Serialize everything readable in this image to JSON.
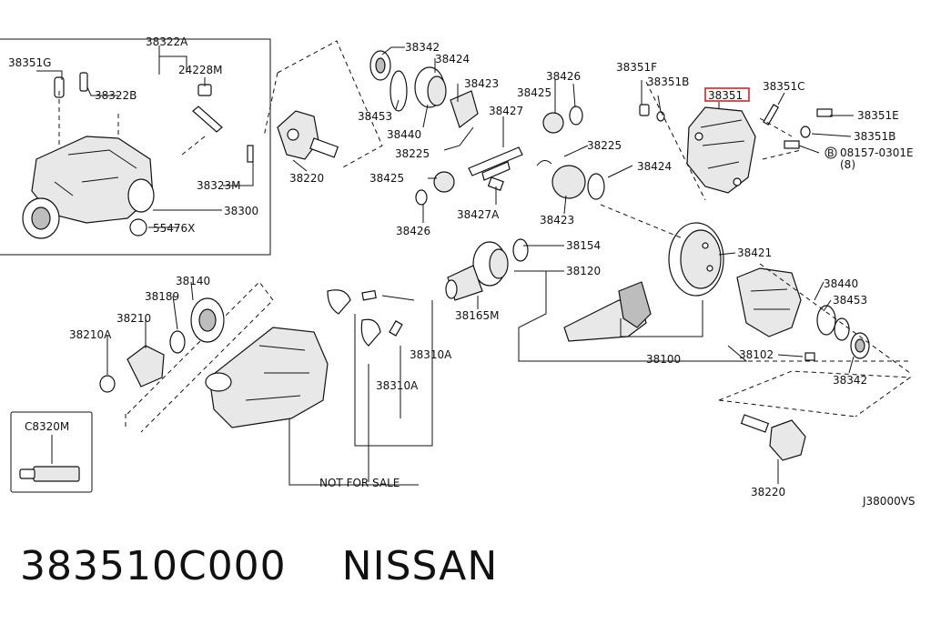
{
  "labels": {
    "l38351G": "38351G",
    "l38322A": "38322A",
    "l24228M": "24228M",
    "l38322B": "38322B",
    "l38323M": "38323M",
    "l38300": "38300",
    "l55476X": "55476X",
    "l38342a": "38342",
    "l38424a": "38424",
    "l38423a": "38423",
    "l38453a": "38453",
    "l38440a": "38440",
    "l38225a": "38225",
    "l38220a": "38220",
    "l38427": "38427",
    "l38426a": "38426",
    "l38425a": "38425",
    "l38225b": "38225",
    "l38424b": "38424",
    "l38425b": "38425",
    "l38426b": "38426",
    "l38427A": "38427A",
    "l38423b": "38423",
    "l38351F": "38351F",
    "l38351Ba": "38351B",
    "l38351": "38351",
    "l38351C": "38351C",
    "l38351E": "38351E",
    "l38351Bb": "38351B",
    "l08157": "08157-0301E",
    "l08157c": "(8)",
    "lB": "B",
    "l38154": "38154",
    "l38120": "38120",
    "l38165M": "38165M",
    "l38421": "38421",
    "l38440b": "38440",
    "l38453b": "38453",
    "l38102": "38102",
    "l38342b": "38342",
    "l38100": "38100",
    "l38140": "38140",
    "l38189": "38189",
    "l38210": "38210",
    "l38210A": "38210A",
    "l38310Aa": "38310A",
    "l38310Ab": "38310A",
    "lC8320M": "C8320M",
    "lNotForSale": "NOT FOR SALE",
    "l38220b": "38220",
    "lJ38000VS": "J38000VS"
  },
  "highlighted_part": "38351",
  "caption": {
    "part_number": "383510C000",
    "brand": "NISSAN"
  },
  "colors": {
    "highlight": "#e02020",
    "ink": "#111111"
  }
}
